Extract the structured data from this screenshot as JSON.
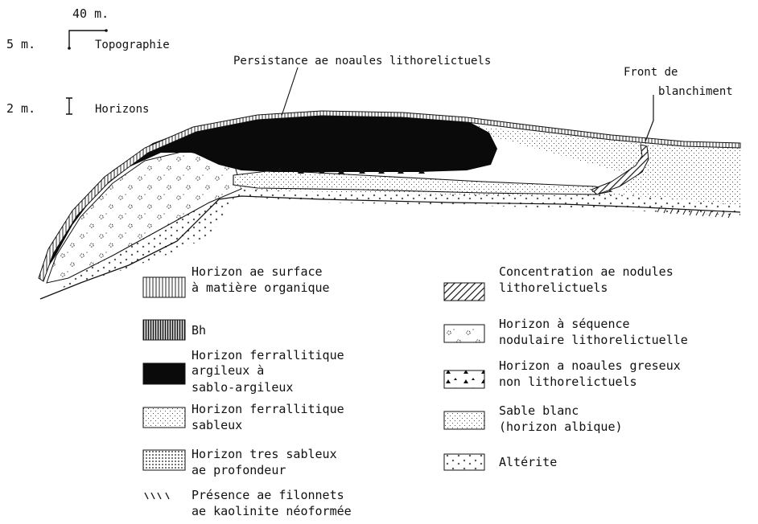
{
  "scale": {
    "horizontal": "40 m.",
    "vertical": "5 m.",
    "topo_label": "Topographie",
    "horizons_scale": "2 m.",
    "horizons_label": "Horizons"
  },
  "annotations": {
    "persistence": "Persistance ae noaules lithorelictuels",
    "front_line1": "Front de",
    "front_line2": "blanchiment"
  },
  "legend_left": [
    {
      "key": "surface",
      "lines": [
        "Horizon ae surface",
        "à matière organique"
      ]
    },
    {
      "key": "bh",
      "lines": [
        "Bh"
      ]
    },
    {
      "key": "ferral-argileux",
      "lines": [
        "Horizon ferrallitique",
        "argileux à",
        "sablo-argileux"
      ]
    },
    {
      "key": "ferral-sableux",
      "lines": [
        "Horizon ferrallitique",
        "sableux"
      ]
    },
    {
      "key": "tres-sableux",
      "lines": [
        "Horizon tres sableux",
        "ae profondeur"
      ]
    },
    {
      "key": "filonnets",
      "lines": [
        "Présence ae filonnets",
        "ae kaolinite néoformée"
      ]
    }
  ],
  "legend_right": [
    {
      "key": "concentration",
      "lines": [
        "Concentration ae nodules",
        "lithorelictuels"
      ]
    },
    {
      "key": "sequence",
      "lines": [
        "Horizon à séquence",
        "nodulaire lithorelictuelle"
      ]
    },
    {
      "key": "greseux",
      "lines": [
        "Horizon a noaules greseux",
        "non lithorelictuels"
      ]
    },
    {
      "key": "sable-blanc",
      "lines": [
        "Sable blanc",
        "(horizon albique)"
      ]
    },
    {
      "key": "alterite",
      "lines": [
        "Altérite"
      ]
    }
  ]
}
